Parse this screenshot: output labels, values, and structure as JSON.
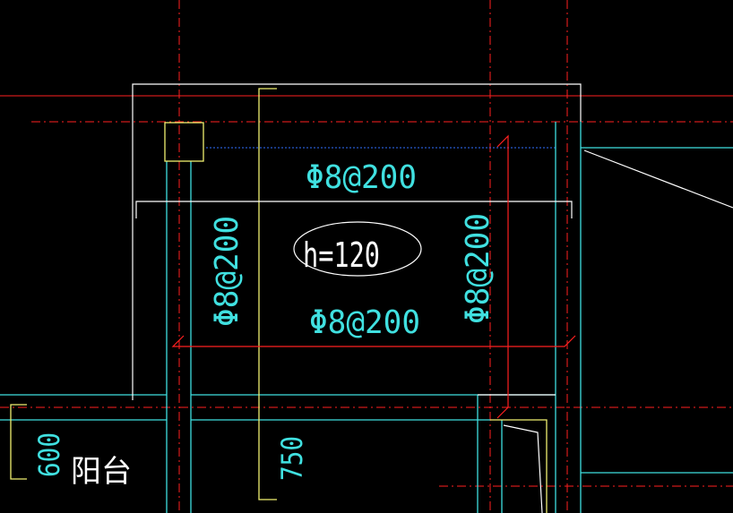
{
  "colors": {
    "background": "#000000",
    "axis_red": "#ff2020",
    "wall_cyan": "#3fdfe0",
    "outline_yellow": "#f0f070",
    "outline_white": "#ffffff",
    "label_cyan": "#40e0e0"
  },
  "labels": {
    "rebar_top": "Φ8@200",
    "rebar_bottom": "Φ8@200",
    "rebar_left": "Φ8@200",
    "rebar_right": "Φ8@200",
    "slab_thickness": "h=120",
    "dim_600": "600",
    "dim_750": "750",
    "room_balcony": "阳台"
  }
}
